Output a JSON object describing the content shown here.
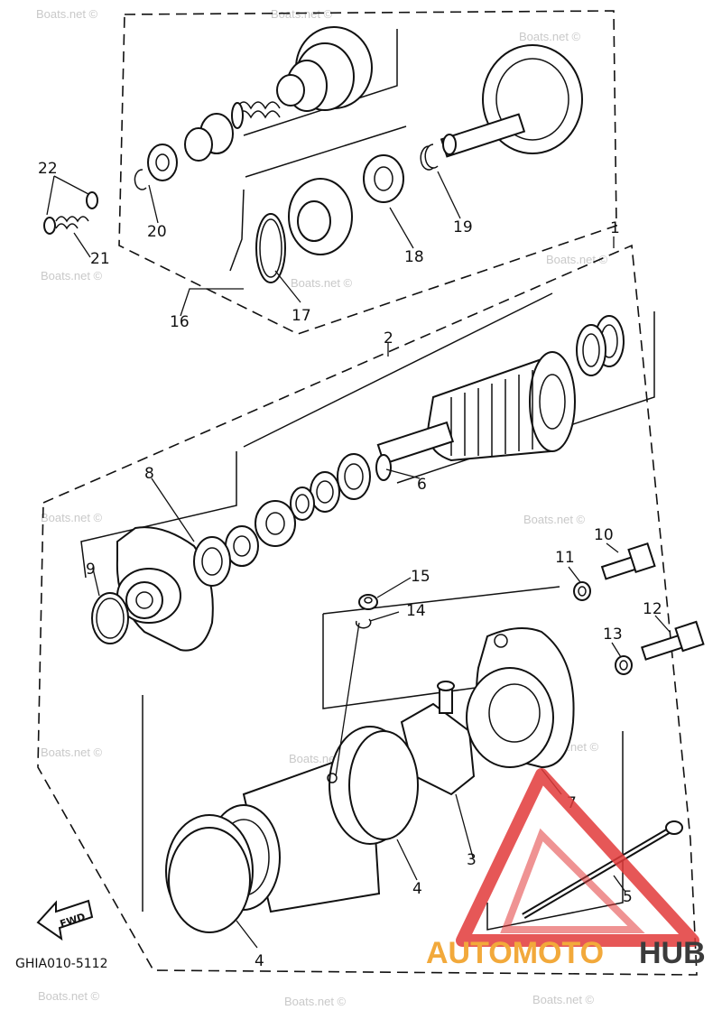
{
  "callouts": {
    "c1": "1",
    "c2": "2",
    "c3": "3",
    "c4a": "4",
    "c4b": "4",
    "c5": "5",
    "c6": "6",
    "c7": "7",
    "c8": "8",
    "c9": "9",
    "c10": "10",
    "c11": "11",
    "c12": "12",
    "c13": "13",
    "c14": "14",
    "c15": "15",
    "c16": "16",
    "c17": "17",
    "c18": "18",
    "c19": "19",
    "c20": "20",
    "c21": "21",
    "c22": "22"
  },
  "diagram_code": "GHIA010-5112",
  "direction_label": "FWD",
  "watermark": "Boats.net ©",
  "logo": {
    "auto": "AUTOMOTO",
    "hub": "HUB",
    "orange": "#f2a93b",
    "dark": "#3b3b3b",
    "red": "#e23a3a"
  }
}
